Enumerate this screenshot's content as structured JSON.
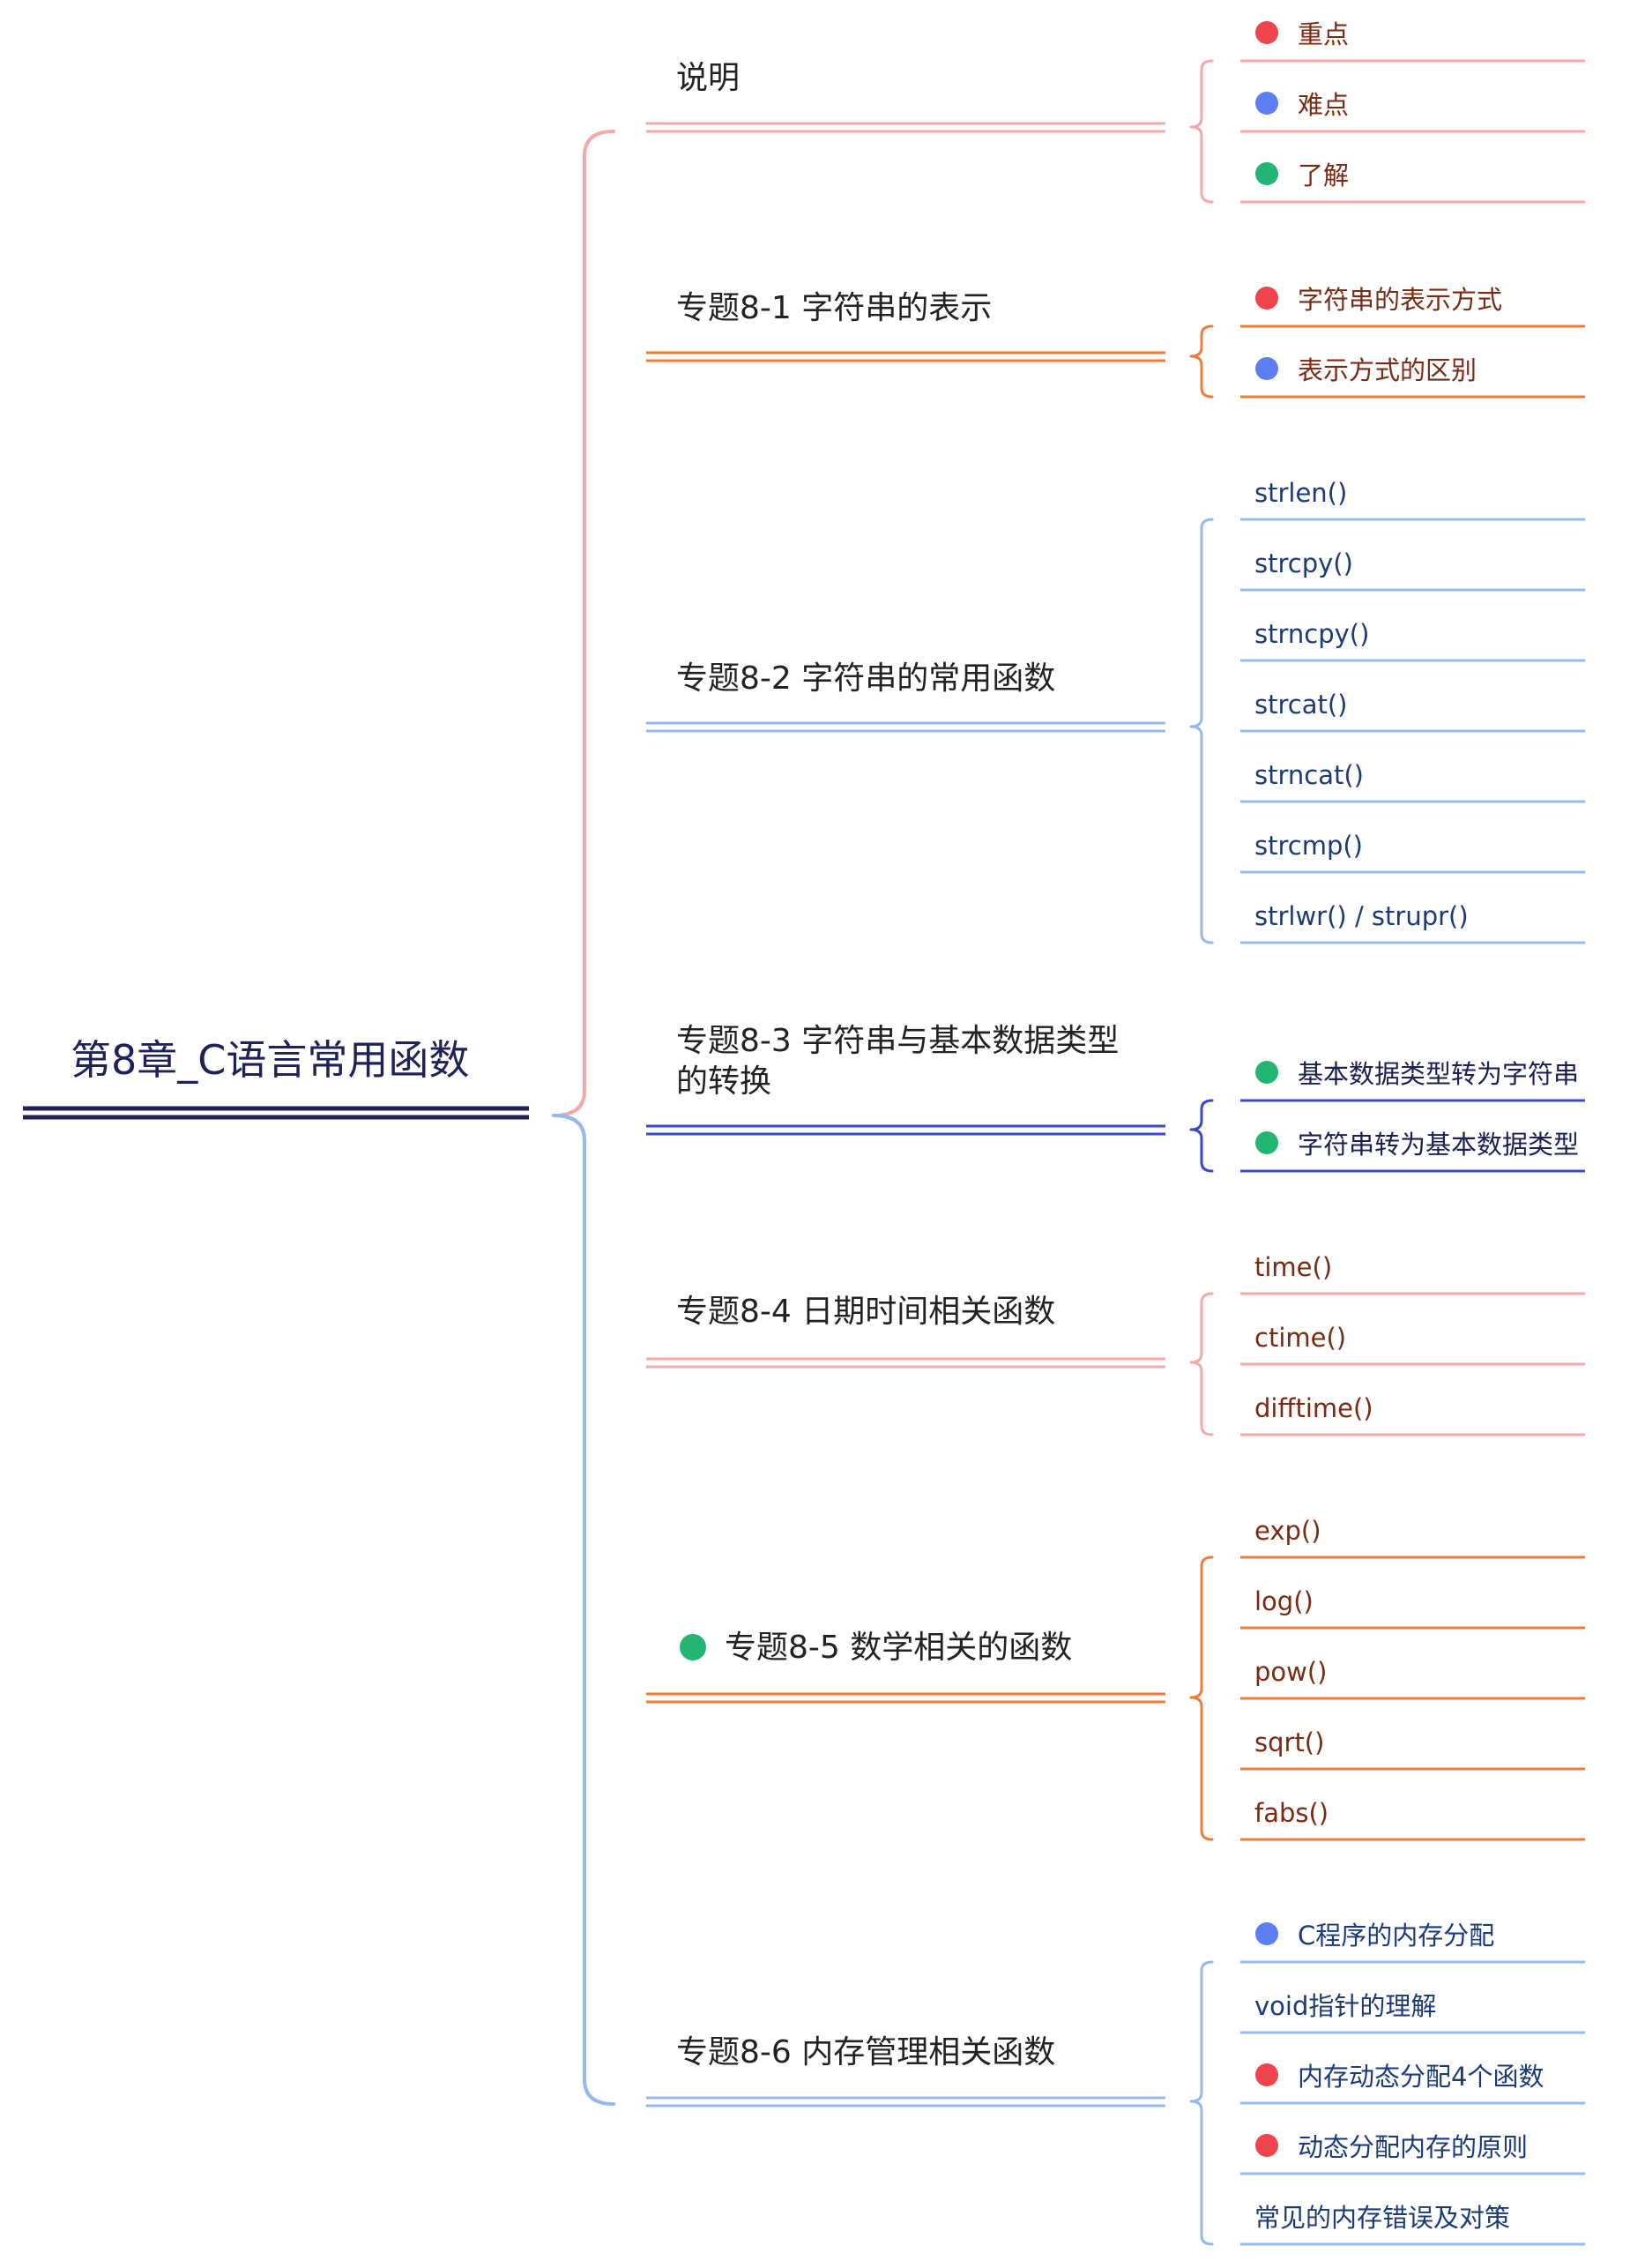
{
  "root": {
    "title": "第8章_C语言常用函数"
  },
  "colors": {
    "root": "#1e2259",
    "pink": "#f4a9a8",
    "orange": "#f07c3c",
    "blue": "#94b8f2",
    "indigo": "#3b48cc",
    "dot_red": "#f0434b",
    "dot_blue": "#5b7ef2",
    "dot_green": "#22b574",
    "text_dark": "#222222",
    "text_brown": "#7a2a12",
    "text_navy": "#1b3a7a",
    "text_darknavy": "#1a1f54"
  },
  "topics": [
    {
      "label": "说明",
      "color": "pink",
      "leaf_text": "text_brown",
      "leaves": [
        {
          "label": "重点",
          "dot": "dot_red"
        },
        {
          "label": "难点",
          "dot": "dot_blue"
        },
        {
          "label": "了解",
          "dot": "dot_green"
        }
      ]
    },
    {
      "label": "专题8-1 字符串的表示",
      "color": "orange",
      "leaf_text": "text_brown",
      "leaves": [
        {
          "label": "字符串的表示方式",
          "dot": "dot_red"
        },
        {
          "label": "表示方式的区别",
          "dot": "dot_blue"
        }
      ]
    },
    {
      "label": "专题8-2 字符串的常用函数",
      "color": "blue",
      "leaf_text": "text_navy",
      "leaves": [
        {
          "label": "strlen()"
        },
        {
          "label": "strcpy()"
        },
        {
          "label": "strncpy()"
        },
        {
          "label": "strcat()"
        },
        {
          "label": "strncat()"
        },
        {
          "label": "strcmp()"
        },
        {
          "label": "strlwr() / strupr()"
        }
      ]
    },
    {
      "label": "专题8-3 字符串与基本数据类型的转换",
      "color": "indigo",
      "leaf_text": "text_darknavy",
      "leaves": [
        {
          "label": "基本数据类型转为字符串",
          "dot": "dot_green"
        },
        {
          "label": "字符串转为基本数据类型",
          "dot": "dot_green"
        }
      ]
    },
    {
      "label": "专题8-4 日期时间相关函数",
      "color": "pink",
      "leaf_text": "text_brown",
      "leaves": [
        {
          "label": "time()"
        },
        {
          "label": "ctime()"
        },
        {
          "label": "difftime()"
        }
      ]
    },
    {
      "label": "专题8-5 数学相关的函数",
      "color": "orange",
      "leaf_text": "text_brown",
      "dot": "dot_green",
      "leaves": [
        {
          "label": "exp()"
        },
        {
          "label": "log()"
        },
        {
          "label": "pow()"
        },
        {
          "label": "sqrt()"
        },
        {
          "label": "fabs()"
        }
      ]
    },
    {
      "label": "专题8-6 内存管理相关函数",
      "color": "blue",
      "leaf_text": "text_navy",
      "leaves": [
        {
          "label": "C程序的内存分配",
          "dot": "dot_blue"
        },
        {
          "label": "void指针的理解"
        },
        {
          "label": "内存动态分配4个函数",
          "dot": "dot_red"
        },
        {
          "label": "动态分配内存的原则",
          "dot": "dot_red"
        },
        {
          "label": "常见的内存错误及对策"
        }
      ]
    }
  ]
}
